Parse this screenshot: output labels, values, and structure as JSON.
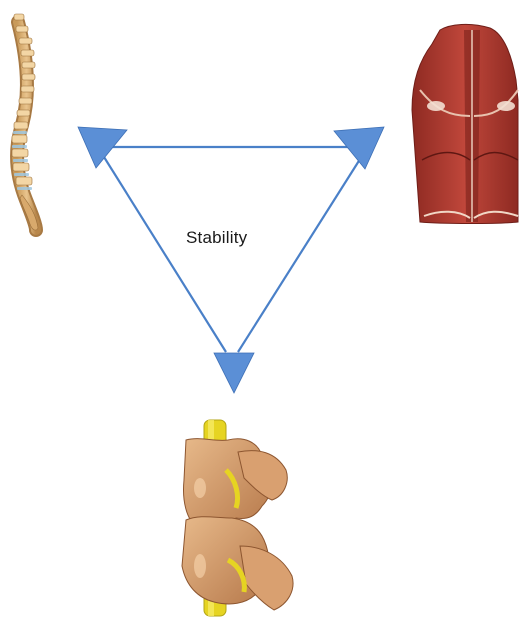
{
  "center_label": "Stability",
  "arrow_color": "#4a80c8",
  "arrowhead_color": "#5b8fd6",
  "nodes": [
    {
      "id": "spine-column",
      "kind": "illustration"
    },
    {
      "id": "back-muscles",
      "kind": "illustration"
    },
    {
      "id": "vertebrae-segment",
      "kind": "illustration"
    }
  ]
}
